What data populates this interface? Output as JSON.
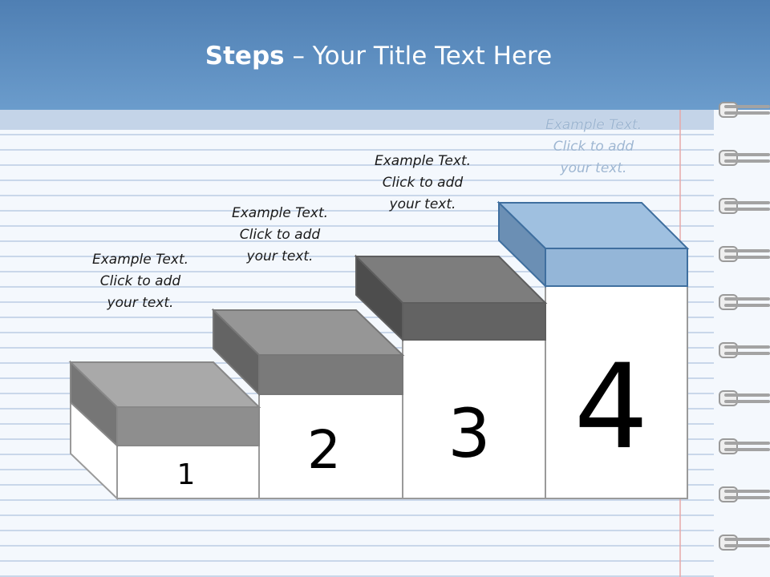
{
  "slide": {
    "title_bold": "Steps",
    "title_rest": " – Your Title Text Here"
  },
  "steps": [
    {
      "number": "1",
      "line1": "Example Text.",
      "line2": "Click  to add",
      "line3": "your text.",
      "color": "#8e8e8e"
    },
    {
      "number": "2",
      "line1": "Example Text.",
      "line2": "Click  to add",
      "line3": "your text.",
      "color": "#7a7a7a"
    },
    {
      "number": "3",
      "line1": "Example Text.",
      "line2": "Click  to add",
      "line3": "your text.",
      "color": "#636363"
    },
    {
      "number": "4",
      "line1": "Example Text.",
      "line2": "Click  to add",
      "line3": "your text.",
      "color": "#94b6d8"
    }
  ],
  "colors": {
    "header": "#5a8cc0",
    "paper_line": "#c9d7ea",
    "margin_line": "#e7a8a8"
  }
}
